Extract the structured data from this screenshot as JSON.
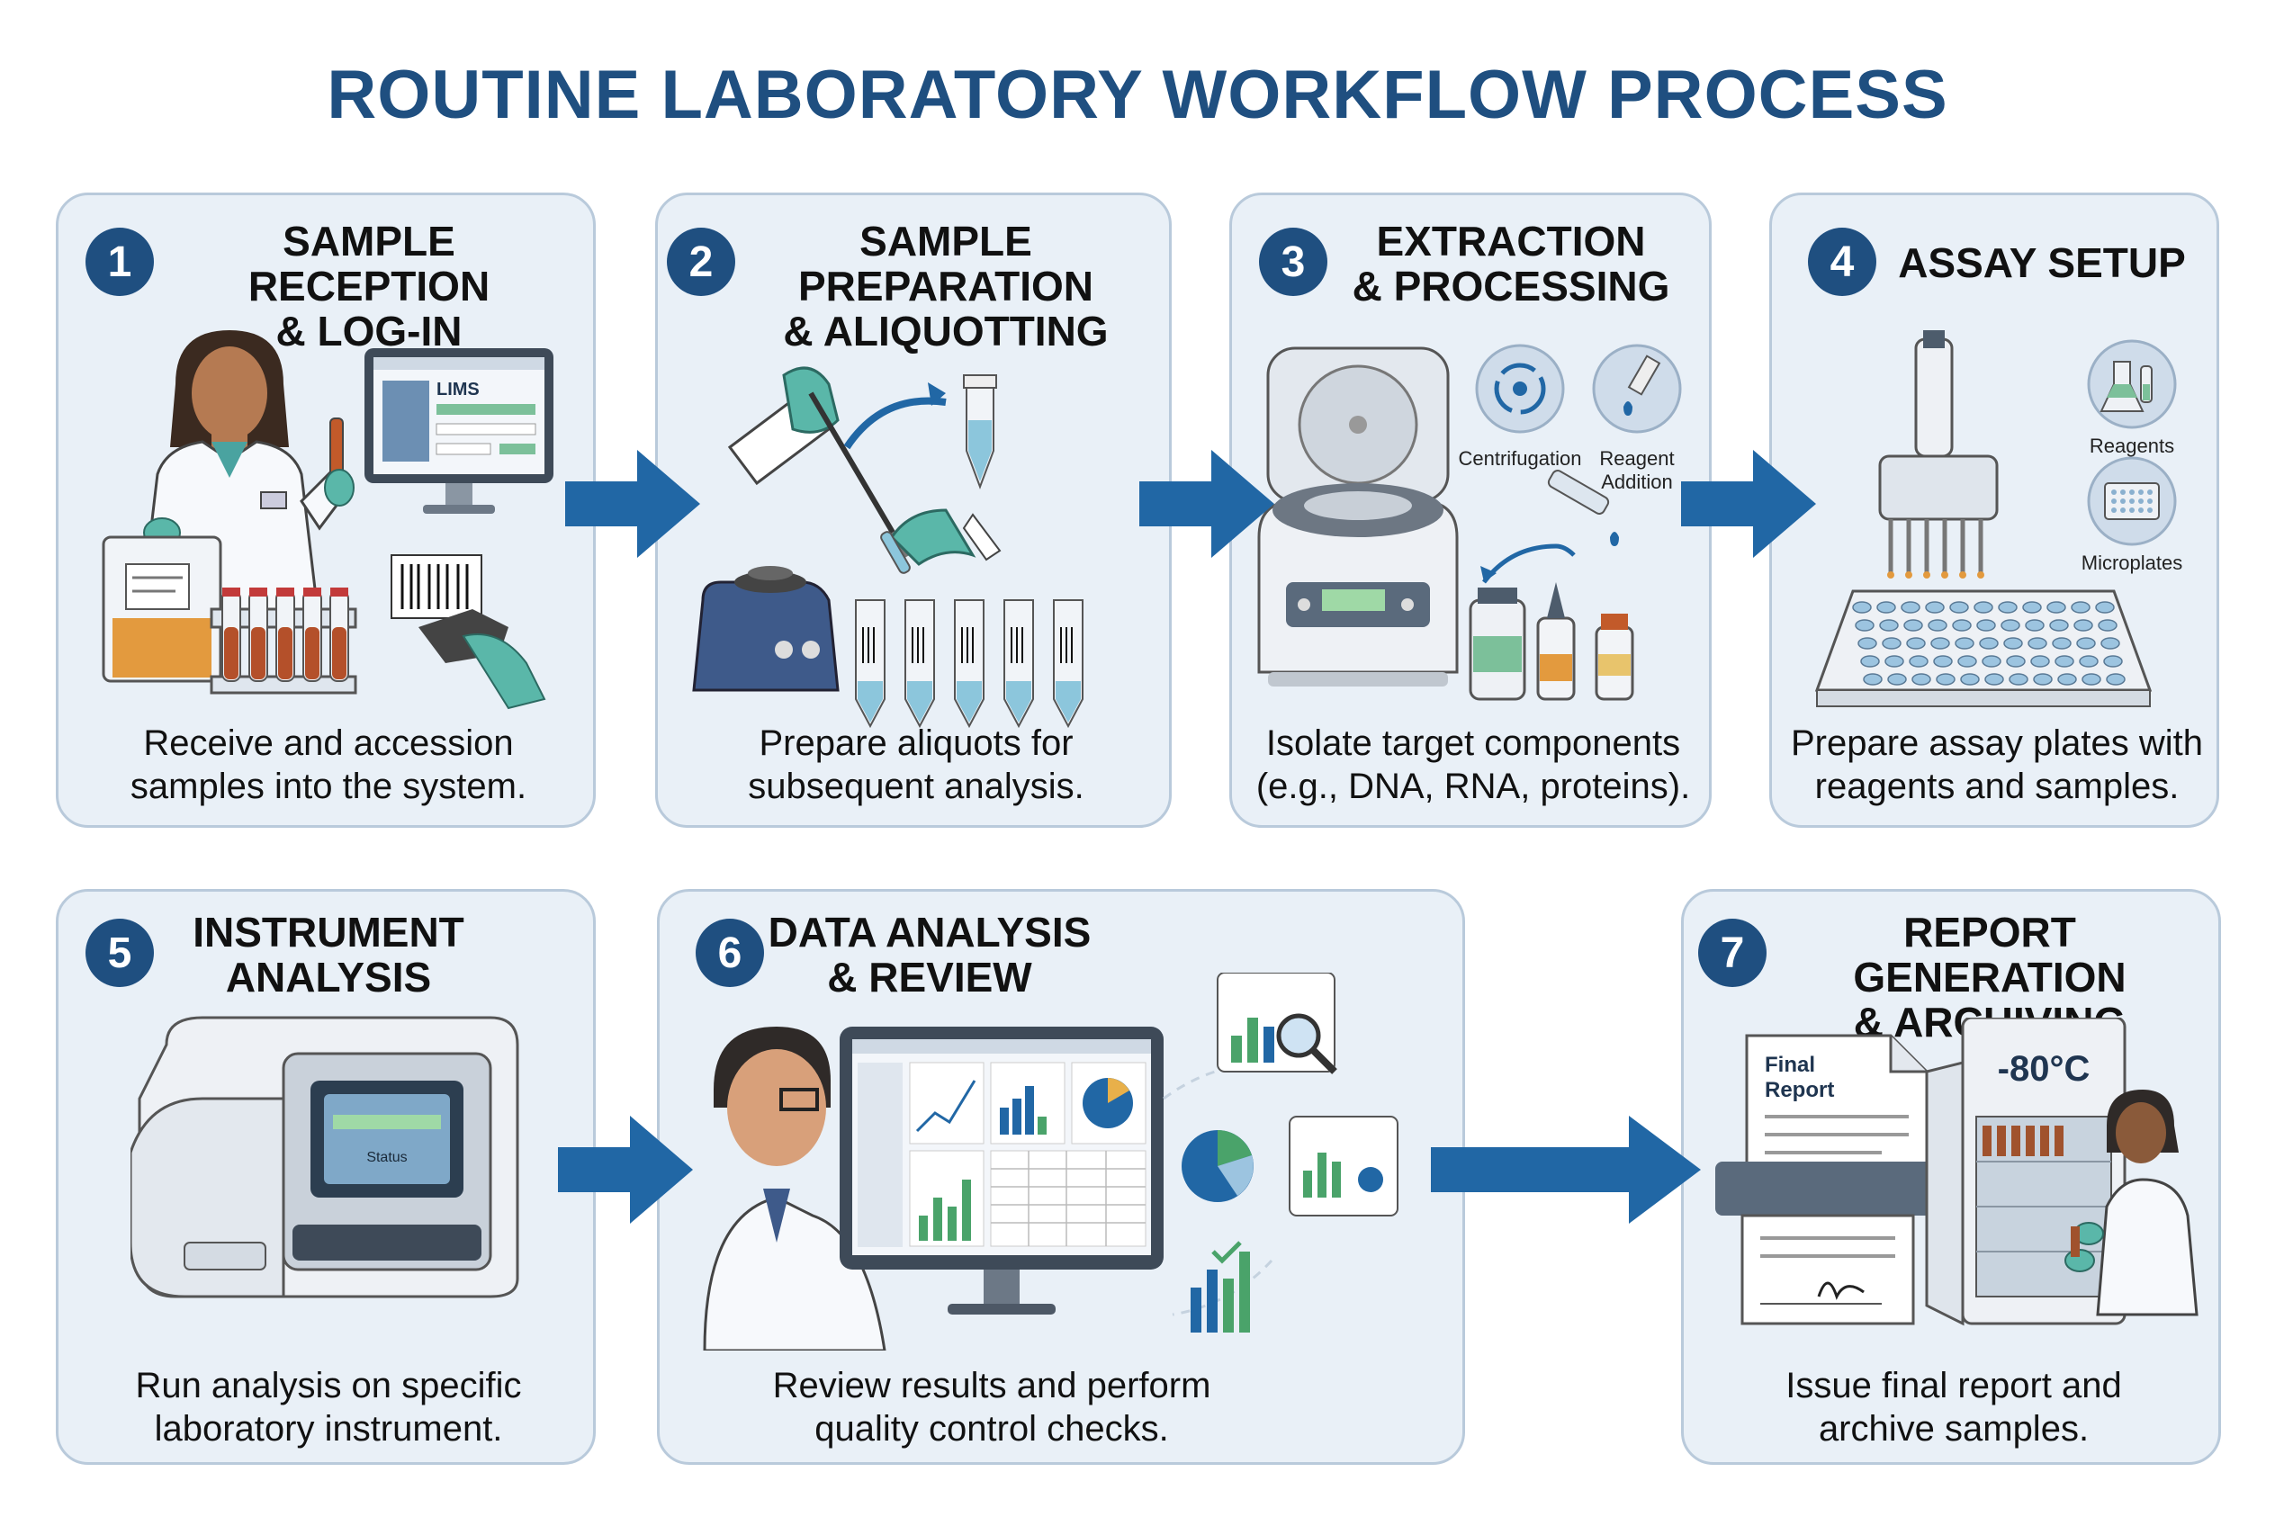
{
  "title": "ROUTINE LABORATORY WORKFLOW PROCESS",
  "colors": {
    "navy": "#1f4f80",
    "arrow": "#2167a5",
    "panel": "#e9f0f7",
    "border": "#b9cadb"
  },
  "steps": [
    {
      "number": "1",
      "title": "SAMPLE RECEPTION\n& LOG-IN",
      "description": "Receive and accession\nsamples into the system.",
      "labels": [
        "LIMS"
      ]
    },
    {
      "number": "2",
      "title": "SAMPLE PREPARATION\n& ALIQUOTTING",
      "description": "Prepare aliquots for\nsubsequent analysis.",
      "labels": []
    },
    {
      "number": "3",
      "title": "EXTRACTION\n& PROCESSING",
      "description": "Isolate target components\n(e.g., DNA, RNA, proteins).",
      "labels": [
        "Centrifugation",
        "Reagent",
        "Addition"
      ]
    },
    {
      "number": "4",
      "title": "ASSAY SETUP",
      "description": "Prepare assay plates with\nreagents and samples.",
      "labels": [
        "Reagents",
        "Microplates"
      ]
    },
    {
      "number": "5",
      "title": "INSTRUMENT\nANALYSIS",
      "description": "Run analysis on specific\nlaboratory instrument.",
      "labels": [
        "Status"
      ]
    },
    {
      "number": "6",
      "title": "DATA ANALYSIS\n& REVIEW",
      "description": "Review results and perform\nquality control checks.",
      "labels": []
    },
    {
      "number": "7",
      "title": "REPORT GENERATION\n& ARCHIVING",
      "description": "Issue final report and\narchive samples.",
      "labels": [
        "Final",
        "Report",
        "-80°C"
      ]
    }
  ]
}
